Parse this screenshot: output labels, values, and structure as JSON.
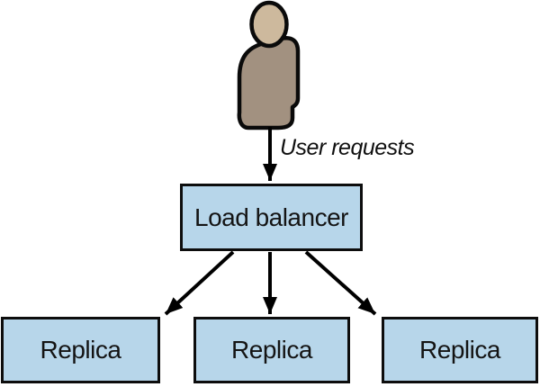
{
  "diagram": {
    "title_implicit": "Load balancing diagram",
    "user": {
      "icon": "person-icon"
    },
    "edge_label": "User requests",
    "load_balancer": {
      "label": "Load balancer"
    },
    "replicas": [
      {
        "label": "Replica"
      },
      {
        "label": "Replica"
      },
      {
        "label": "Replica"
      }
    ],
    "colors": {
      "node_fill": "#b7d6ea",
      "node_border": "#0d0d0d",
      "person_head": "#cdb99d",
      "person_body": "#a29180",
      "person_outline": "#0a0a0a",
      "arrow": "#000000",
      "background": "#ffffff"
    }
  }
}
